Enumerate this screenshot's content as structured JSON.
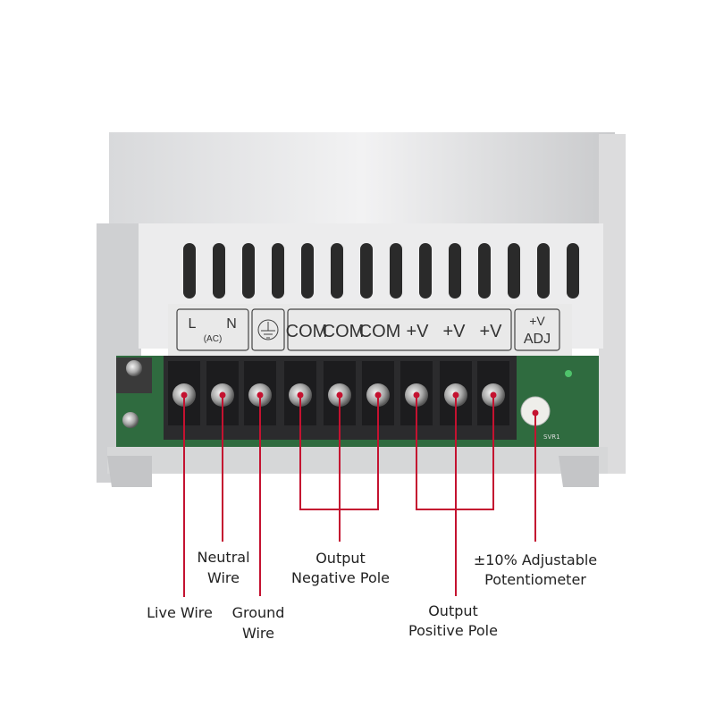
{
  "strip": {
    "l": "L",
    "n": "N",
    "ac": "(AC)",
    "terminals": [
      "COM",
      "COM",
      "COM",
      "+V",
      "+V",
      "+V"
    ],
    "adj_top": "+V",
    "adj_bottom": "ADJ"
  },
  "board_label": "SVR1",
  "callouts": {
    "live": "Live Wire",
    "neutral": [
      "Neutral",
      "Wire"
    ],
    "ground": [
      "Ground",
      "Wire"
    ],
    "negative": [
      "Output",
      "Negative Pole"
    ],
    "positive": [
      "Output",
      "Positive Pole"
    ],
    "pot": [
      "±10% Adjustable",
      "Potentiometer"
    ]
  },
  "colors": {
    "callout_line": "#c41230"
  }
}
